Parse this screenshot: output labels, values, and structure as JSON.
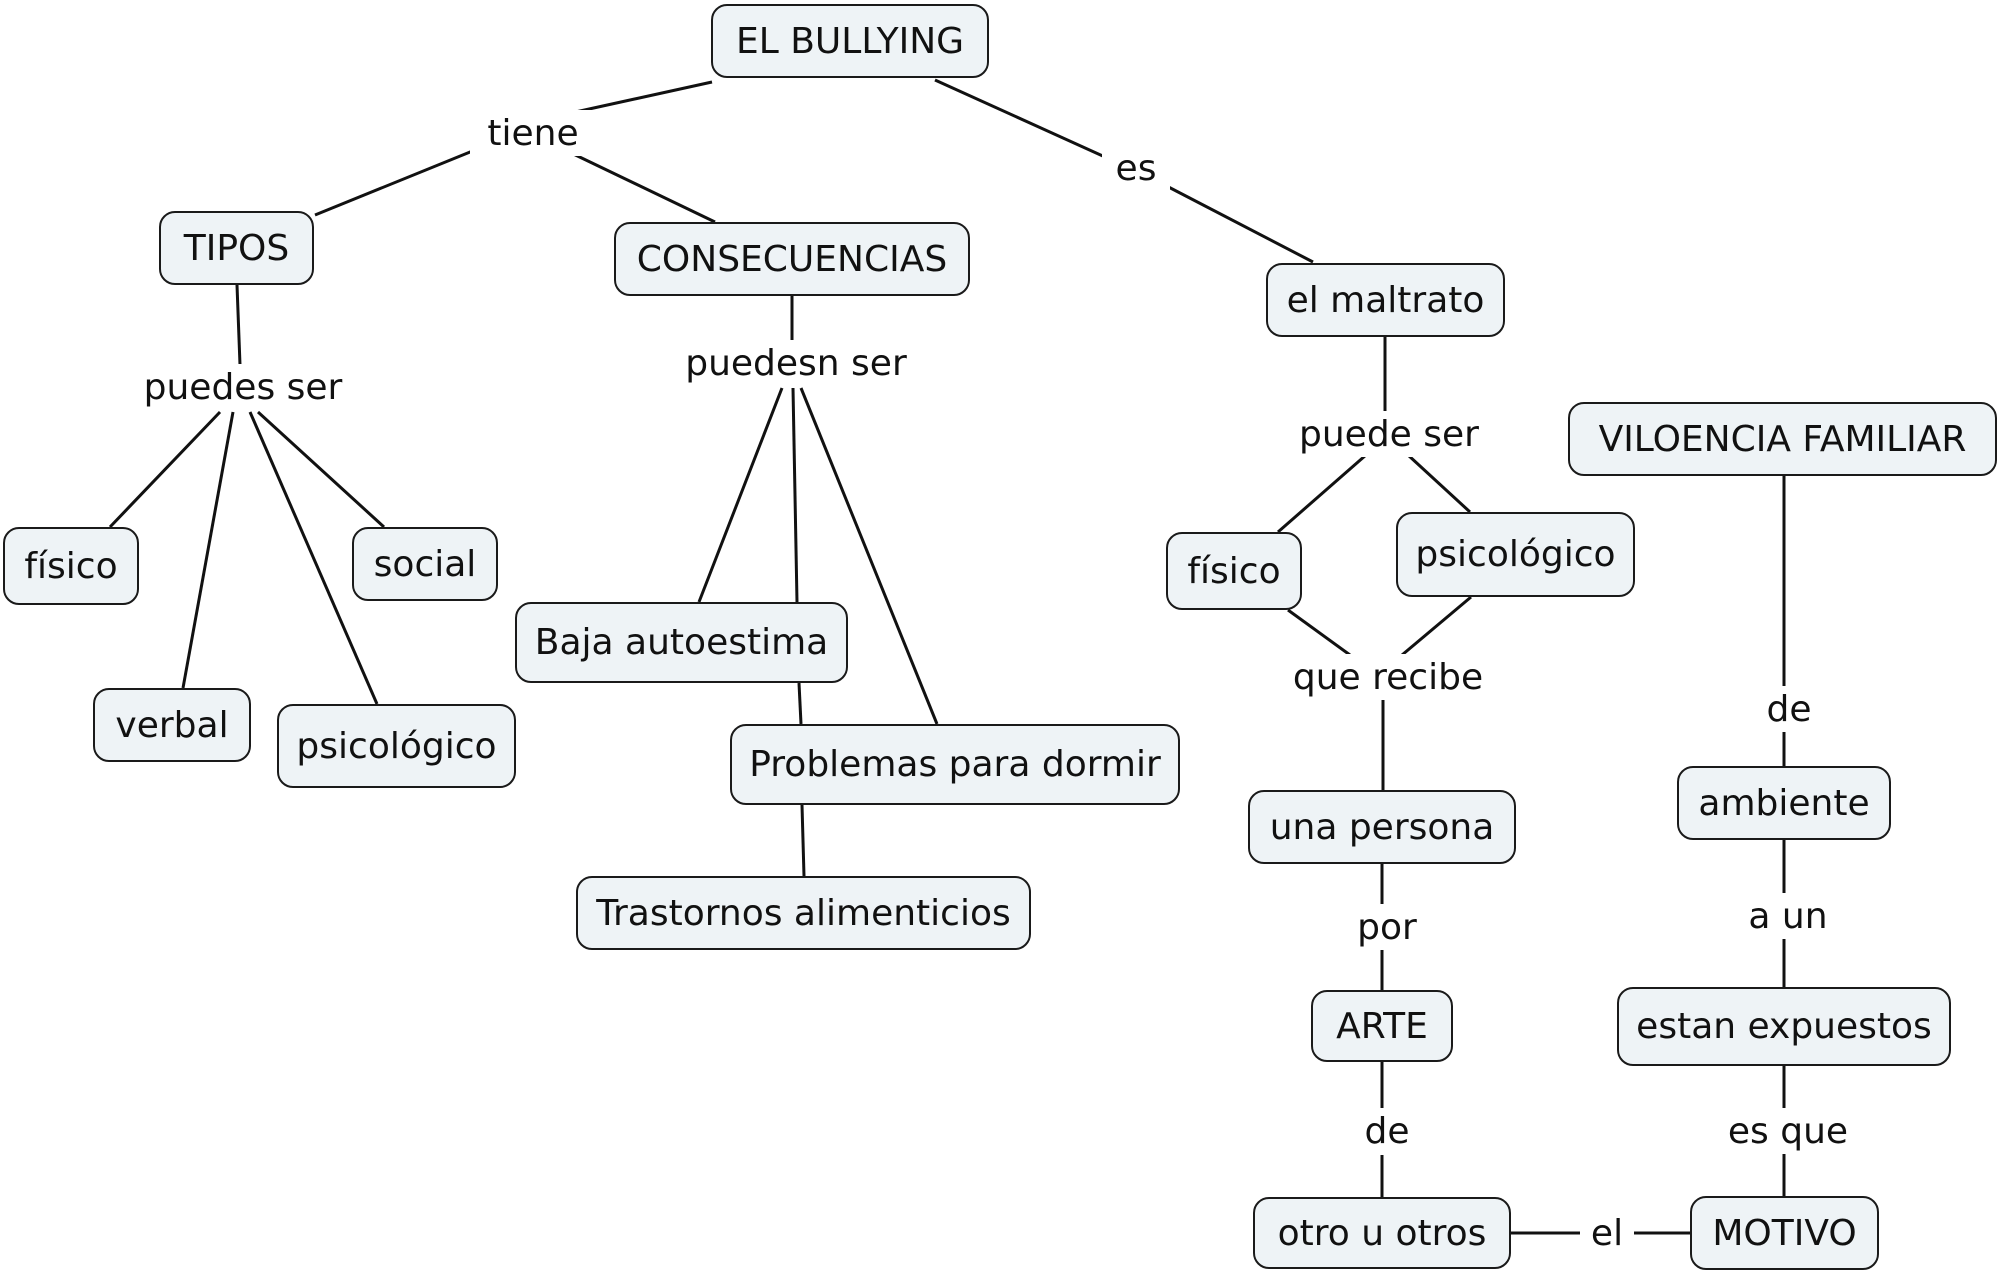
{
  "nodes": {
    "bullying": "EL BULLYING",
    "tipos": "TIPOS",
    "consecuencias": "CONSECUENCIAS",
    "maltrato": "el maltrato",
    "tipo_fisico": "físico",
    "tipo_social": "social",
    "tipo_verbal": "verbal",
    "tipo_psicologico": "psicológico",
    "baja_autoestima": "Baja autoestima",
    "problemas_dormir": "Problemas para dormir",
    "trastornos": "Trastornos alimenticios",
    "maltrato_fisico": "físico",
    "maltrato_psicologico": "psicológico",
    "persona": "una persona",
    "arte": "ARTE",
    "otros": "otro u otros",
    "violencia": "VILOENCIA FAMILIAR",
    "ambiente": "ambiente",
    "expuestos": "estan expuestos",
    "motivo": "MOTIVO"
  },
  "links": {
    "tiene": "tiene",
    "es": "es",
    "puedes_ser": "puedes ser",
    "puedesn_ser": "puedesn ser",
    "puede_ser": "puede ser",
    "que_recibe": "que recibe",
    "por": "por",
    "de_arte": "de",
    "el": "el",
    "de_violencia": "de",
    "a_un": "a un",
    "es_que": "es que"
  }
}
